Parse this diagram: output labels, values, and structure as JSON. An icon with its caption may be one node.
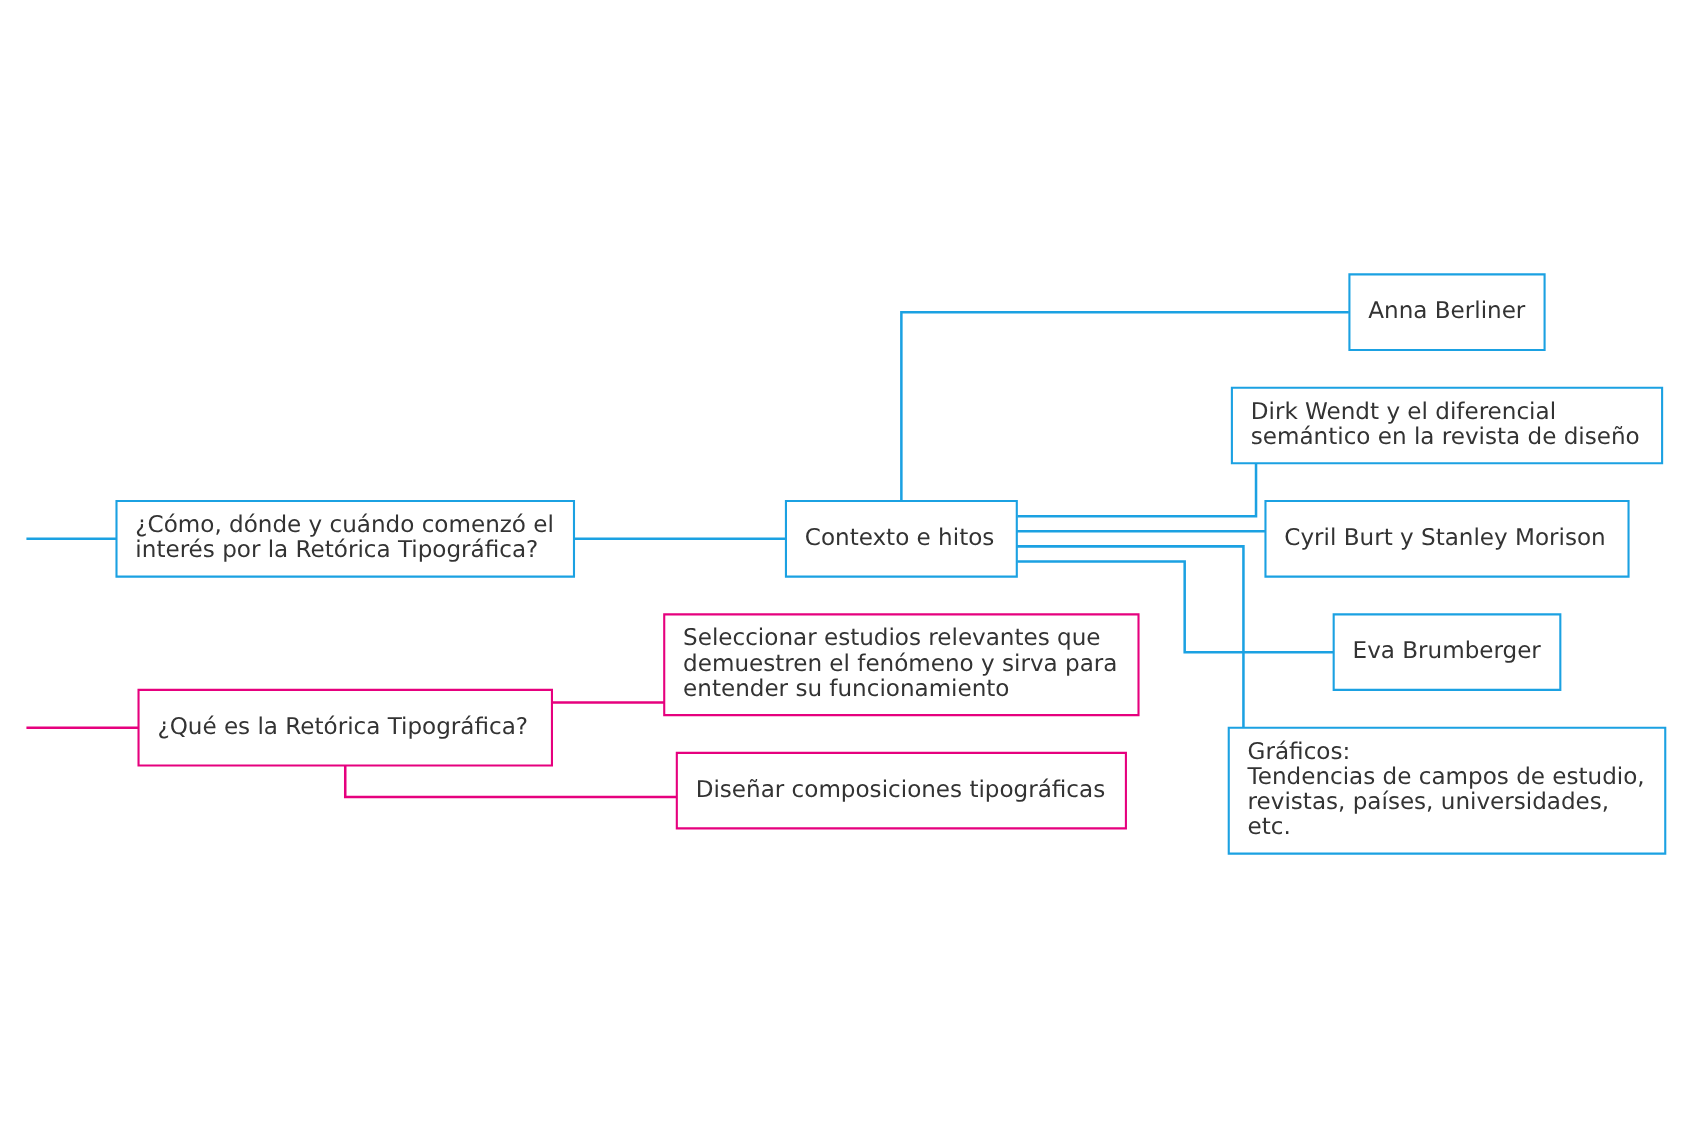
{
  "diagram": {
    "nodes": [
      {
        "text": [
          "¿Qué es la Retórica Tipográfica?"
        ]
      },
      {
        "text": [
          "Seleccionar estudios relevantes que demuestren el fenómeno y sirva para entender su funcionamiento"
        ]
      },
      {
        "text": [
          "Diseñar composiciones tipográficas"
        ]
      },
      {
        "text": [
          "¿Cómo, dónde y cuándo comenzó el interés por la Retórica Tipográfica?"
        ]
      },
      {
        "text": [
          "Contexto e hitos"
        ]
      },
      {
        "text": [
          "Anna Berliner"
        ]
      },
      {
        "text": [
          "Dirk Wendt y el diferencial semántico en la revista de diseño"
        ]
      },
      {
        "text": [
          "Cyril Burt y Stanley Morison"
        ]
      },
      {
        "text": [
          "Eva Brumberger"
        ]
      },
      {
        "text": [
          "Gráficos:",
          "Tendencias de campos de estudio, revistas, países, universidades, etc."
        ]
      }
    ],
    "edges": [
      {
        "from": null,
        "to": 0,
        "arrow": "none",
        "color": "#e6007e"
      },
      {
        "from": 0,
        "to": 1,
        "arrow": "none",
        "color": "#e6007e"
      },
      {
        "from": 0,
        "to": 2,
        "arrow": "none",
        "color": "#e6007e"
      },
      {
        "from": null,
        "to": 3,
        "arrow": "none"
      },
      {
        "from": 3,
        "to": 4,
        "arrow": "none"
      },
      {
        "from": 4,
        "to": 5,
        "arrow": "none"
      },
      {
        "from": 4,
        "to": 6,
        "arrow": "none"
      },
      {
        "from": 4,
        "to": 7,
        "arrow": "none"
      },
      {
        "from": 4,
        "to": 8,
        "arrow": "none"
      },
      {
        "from": 4,
        "to": 9,
        "arrow": "none"
      }
    ]
  }
}
